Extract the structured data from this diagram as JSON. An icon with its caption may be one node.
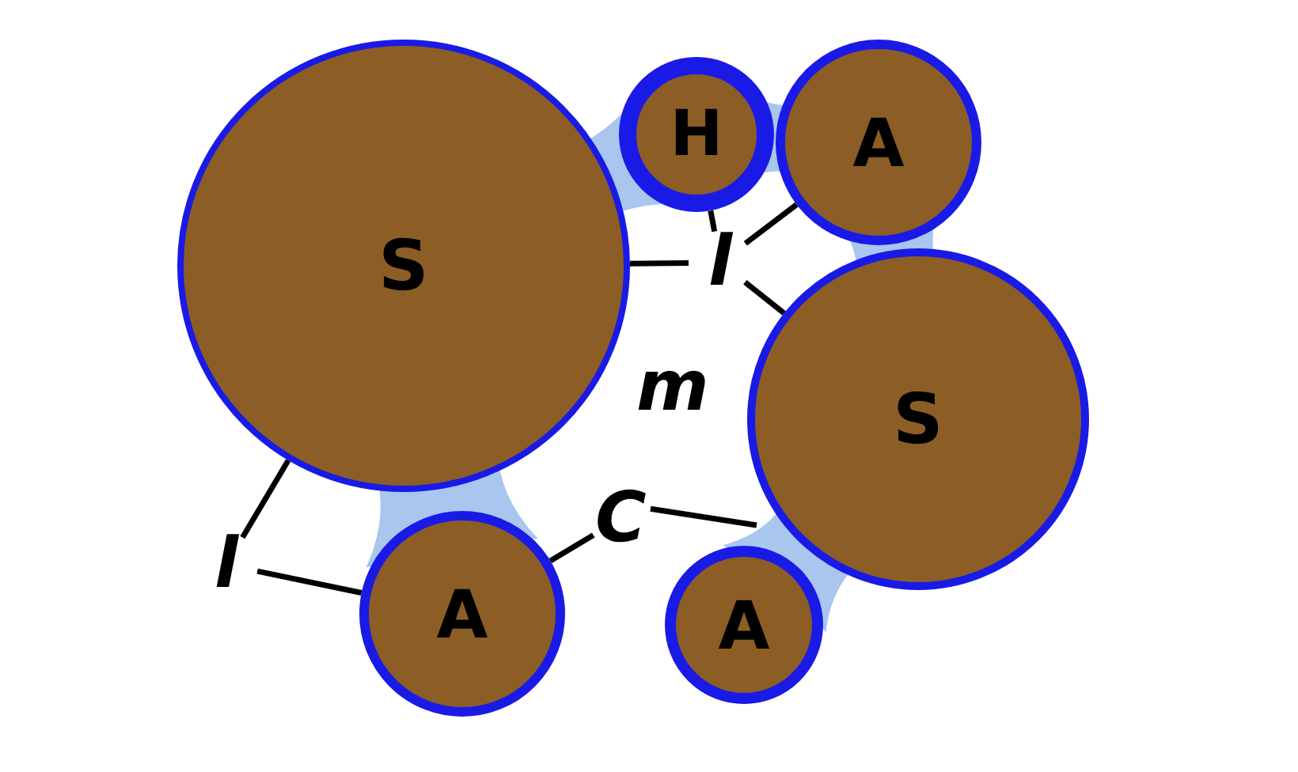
{
  "diagram": {
    "nodes": [
      {
        "text": [
          "S"
        ]
      },
      {
        "text": [
          "H"
        ]
      },
      {
        "text": [
          "A"
        ]
      },
      {
        "text": [
          "l"
        ]
      },
      {
        "text": [
          "S"
        ]
      },
      {
        "text": [
          "C"
        ]
      },
      {
        "text": [
          "l"
        ]
      },
      {
        "text": [
          "A"
        ]
      },
      {
        "text": [
          "A"
        ]
      }
    ],
    "edges": [
      {
        "from": 3,
        "to": 1,
        "arrow": "none"
      },
      {
        "from": 3,
        "to": 2,
        "arrow": "none"
      },
      {
        "from": 3,
        "to": 0,
        "arrow": "none"
      },
      {
        "from": 3,
        "to": 4,
        "arrow": "none"
      },
      {
        "from": 5,
        "to": 7,
        "arrow": "none"
      },
      {
        "from": 5,
        "to": 4,
        "arrow": "none"
      },
      {
        "from": 6,
        "to": 0,
        "arrow": "none"
      },
      {
        "from": 6,
        "to": 7,
        "arrow": "none"
      }
    ],
    "labels": [
      "m"
    ]
  }
}
